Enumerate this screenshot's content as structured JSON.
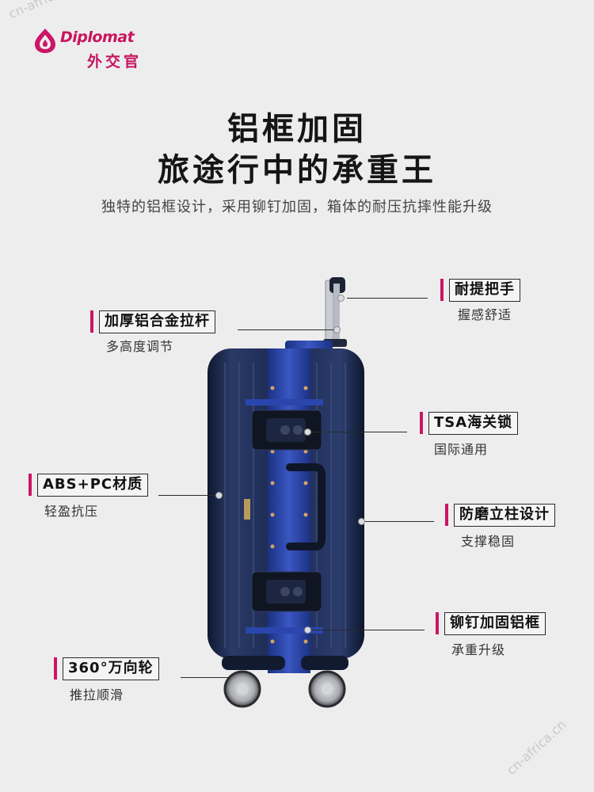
{
  "brand": {
    "name": "Diplomat",
    "name_cn": "外交官",
    "accent": "#cc1566"
  },
  "watermark": {
    "top": "cn-africa.cn",
    "bottom": "cn-africa.cn"
  },
  "headline": {
    "line1": "铝框加固",
    "line2": "旅途行中的承重王"
  },
  "subtitle": "独特的铝框设计，采用铆钉加固，箱体的耐压抗摔性能升级",
  "callouts": {
    "handle": {
      "title": "耐提把手",
      "desc": "握感舒适"
    },
    "trolley": {
      "title": "加厚铝合金拉杆",
      "desc": "多高度调节"
    },
    "lock": {
      "title": "TSA海关锁",
      "desc": "国际通用"
    },
    "material": {
      "title": "ABS+PC材质",
      "desc": "轻盈抗压"
    },
    "pillar": {
      "title": "防磨立柱设计",
      "desc": "支撑稳固"
    },
    "frame": {
      "title": "铆钉加固铝框",
      "desc": "承重升级"
    },
    "wheel": {
      "title": "360°万向轮",
      "desc": "推拉顺滑"
    }
  },
  "colors": {
    "background": "#ededee",
    "suitcase": "#1c2a4e",
    "frame": "#233c8e"
  }
}
